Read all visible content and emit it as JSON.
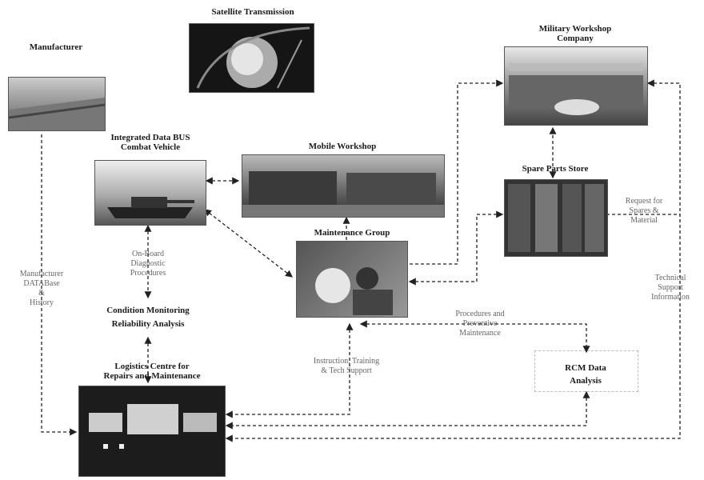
{
  "nodes": {
    "satellite": "Satellite Transmission",
    "manufacturer": "Manufacturer",
    "military_workshop": "Military Workshop\nCompany",
    "combat_vehicle": "Integrated Data BUS\nCombat Vehicle",
    "mobile_workshop": "Mobile Workshop",
    "spare_parts": "Spare Parts Store",
    "maintenance_group": "Maintenance Group",
    "condition_monitoring": "Condition Monitoring\nReliability Analysis",
    "logistics_centre": "Logistics Centre for\nRepairs and Maintenance",
    "rcm": "RCM Data\nAnalysis"
  },
  "edge_labels": {
    "on_board": "On-Board\nDiagnostic\nProcedures",
    "manufacturer_data": "Manufacturer\nDATABase\n&\nHistory",
    "request": "Request for\nSpares &\nMaterial",
    "technical": "Technical\nSupport\nInformation",
    "procedures": "Procedures and\nPreventive\nMaintenance",
    "instruction": "Instruction, Training\n& Tech Support"
  }
}
